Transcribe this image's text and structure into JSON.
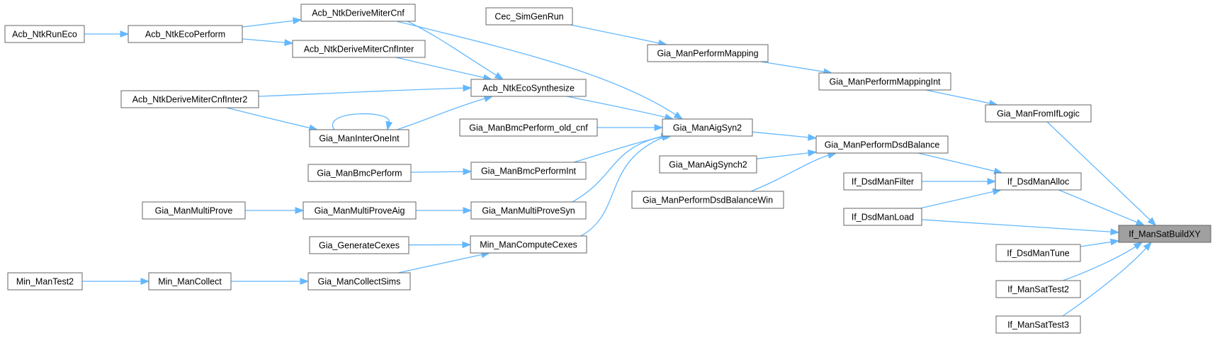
{
  "colors": {
    "edge": "#63b8ff",
    "node_border": "#666666",
    "target_fill": "#a0a0a0"
  },
  "nodes": [
    {
      "id": "acb_ntk_run_eco",
      "label": "Acb_NtkRunEco"
    },
    {
      "id": "acb_ntk_eco_perform",
      "label": "Acb_NtkEcoPerform"
    },
    {
      "id": "acb_ntk_derive_miter_cnf",
      "label": "Acb_NtkDeriveMiterCnf"
    },
    {
      "id": "acb_ntk_derive_miter_cnf_inter",
      "label": "Acb_NtkDeriveMiterCnfInter"
    },
    {
      "id": "acb_ntk_derive_miter_cnf_inter2",
      "label": "Acb_NtkDeriveMiterCnfInter2"
    },
    {
      "id": "acb_ntk_eco_synthesize",
      "label": "Acb_NtkEcoSynthesize"
    },
    {
      "id": "gia_man_inter_one_int",
      "label": "Gia_ManInterOneInt"
    },
    {
      "id": "cec_sim_gen_run",
      "label": "Cec_SimGenRun"
    },
    {
      "id": "gia_man_perform_mapping",
      "label": "Gia_ManPerformMapping"
    },
    {
      "id": "gia_man_perform_mapping_int",
      "label": "Gia_ManPerformMappingInt"
    },
    {
      "id": "gia_man_from_if_logic",
      "label": "Gia_ManFromIfLogic"
    },
    {
      "id": "gia_man_bmc_perform_old_cnf",
      "label": "Gia_ManBmcPerform_old_cnf"
    },
    {
      "id": "gia_man_aig_syn2",
      "label": "Gia_ManAigSyn2"
    },
    {
      "id": "gia_man_bmc_perform",
      "label": "Gia_ManBmcPerform"
    },
    {
      "id": "gia_man_bmc_perform_int",
      "label": "Gia_ManBmcPerformInt"
    },
    {
      "id": "gia_man_multi_prove",
      "label": "Gia_ManMultiProve"
    },
    {
      "id": "gia_man_multi_prove_aig",
      "label": "Gia_ManMultiProveAig"
    },
    {
      "id": "gia_man_multi_prove_syn",
      "label": "Gia_ManMultiProveSyn"
    },
    {
      "id": "gia_generate_cexes",
      "label": "Gia_GenerateCexes"
    },
    {
      "id": "min_man_compute_cexes",
      "label": "Min_ManComputeCexes"
    },
    {
      "id": "min_man_test2",
      "label": "Min_ManTest2"
    },
    {
      "id": "min_man_collect",
      "label": "Min_ManCollect"
    },
    {
      "id": "gia_man_collect_sims",
      "label": "Gia_ManCollectSims"
    },
    {
      "id": "gia_man_perform_dsd_balance",
      "label": "Gia_ManPerformDsdBalance"
    },
    {
      "id": "gia_man_aig_synch2",
      "label": "Gia_ManAigSynch2"
    },
    {
      "id": "gia_man_perform_dsd_balance_win",
      "label": "Gia_ManPerformDsdBalanceWin"
    },
    {
      "id": "if_dsd_man_filter",
      "label": "If_DsdManFilter"
    },
    {
      "id": "if_dsd_man_alloc",
      "label": "If_DsdManAlloc"
    },
    {
      "id": "if_dsd_man_load",
      "label": "If_DsdManLoad"
    },
    {
      "id": "if_man_sat_build_xy",
      "label": "If_ManSatBuildXY"
    },
    {
      "id": "if_dsd_man_tune",
      "label": "If_DsdManTune"
    },
    {
      "id": "if_man_sat_test2",
      "label": "If_ManSatTest2"
    },
    {
      "id": "if_man_sat_test3",
      "label": "If_ManSatTest3"
    }
  ],
  "edges": [
    {
      "from": "acb_ntk_run_eco",
      "to": "acb_ntk_eco_perform"
    },
    {
      "from": "acb_ntk_eco_perform",
      "to": "acb_ntk_derive_miter_cnf"
    },
    {
      "from": "acb_ntk_eco_perform",
      "to": "acb_ntk_derive_miter_cnf_inter"
    },
    {
      "from": "acb_ntk_derive_miter_cnf",
      "to": "acb_ntk_eco_synthesize"
    },
    {
      "from": "acb_ntk_derive_miter_cnf",
      "to": "gia_man_aig_syn2"
    },
    {
      "from": "acb_ntk_derive_miter_cnf_inter",
      "to": "acb_ntk_eco_synthesize"
    },
    {
      "from": "acb_ntk_derive_miter_cnf_inter2",
      "to": "acb_ntk_eco_synthesize"
    },
    {
      "from": "acb_ntk_derive_miter_cnf_inter2",
      "to": "gia_man_inter_one_int"
    },
    {
      "from": "gia_man_inter_one_int",
      "to": "gia_man_inter_one_int"
    },
    {
      "from": "gia_man_inter_one_int",
      "to": "acb_ntk_eco_synthesize"
    },
    {
      "from": "acb_ntk_eco_synthesize",
      "to": "gia_man_aig_syn2"
    },
    {
      "from": "cec_sim_gen_run",
      "to": "gia_man_perform_mapping"
    },
    {
      "from": "gia_man_perform_mapping",
      "to": "gia_man_perform_mapping_int"
    },
    {
      "from": "gia_man_perform_mapping_int",
      "to": "gia_man_from_if_logic"
    },
    {
      "from": "gia_man_from_if_logic",
      "to": "if_man_sat_build_xy"
    },
    {
      "from": "gia_man_bmc_perform_old_cnf",
      "to": "gia_man_aig_syn2"
    },
    {
      "from": "gia_man_bmc_perform_int",
      "to": "gia_man_aig_syn2"
    },
    {
      "from": "gia_man_multi_prove_syn",
      "to": "gia_man_aig_syn2"
    },
    {
      "from": "min_man_compute_cexes",
      "to": "gia_man_aig_syn2"
    },
    {
      "from": "gia_man_bmc_perform",
      "to": "gia_man_bmc_perform_int"
    },
    {
      "from": "gia_man_multi_prove",
      "to": "gia_man_multi_prove_aig"
    },
    {
      "from": "gia_man_multi_prove_aig",
      "to": "gia_man_multi_prove_syn"
    },
    {
      "from": "gia_generate_cexes",
      "to": "min_man_compute_cexes"
    },
    {
      "from": "min_man_test2",
      "to": "min_man_collect"
    },
    {
      "from": "min_man_collect",
      "to": "gia_man_collect_sims"
    },
    {
      "from": "gia_man_collect_sims",
      "to": "min_man_compute_cexes"
    },
    {
      "from": "gia_man_aig_syn2",
      "to": "gia_man_perform_dsd_balance"
    },
    {
      "from": "gia_man_aig_synch2",
      "to": "gia_man_perform_dsd_balance"
    },
    {
      "from": "gia_man_perform_dsd_balance_win",
      "to": "gia_man_perform_dsd_balance"
    },
    {
      "from": "gia_man_perform_dsd_balance",
      "to": "if_dsd_man_alloc"
    },
    {
      "from": "if_dsd_man_filter",
      "to": "if_dsd_man_alloc"
    },
    {
      "from": "if_dsd_man_load",
      "to": "if_dsd_man_alloc"
    },
    {
      "from": "if_dsd_man_alloc",
      "to": "if_man_sat_build_xy"
    },
    {
      "from": "if_dsd_man_load",
      "to": "if_man_sat_build_xy"
    },
    {
      "from": "if_dsd_man_tune",
      "to": "if_man_sat_build_xy"
    },
    {
      "from": "if_man_sat_test2",
      "to": "if_man_sat_build_xy"
    },
    {
      "from": "if_man_sat_test3",
      "to": "if_man_sat_build_xy"
    }
  ]
}
